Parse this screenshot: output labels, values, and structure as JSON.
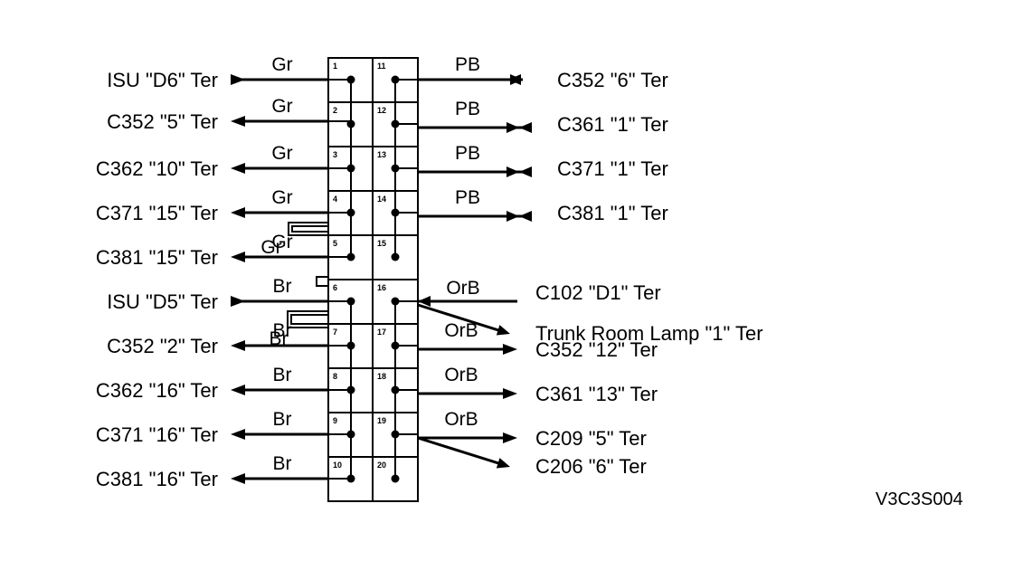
{
  "diagram": {
    "code": "V3C3S004",
    "left_rows": [
      {
        "pin": "1",
        "wire": "Gr",
        "label": "ISU \"D6\" Ter",
        "dir": "in"
      },
      {
        "pin": "2",
        "wire": "Gr",
        "label": "C352 \"5\" Ter",
        "dir": "out"
      },
      {
        "pin": "3",
        "wire": "Gr",
        "label": "C362 \"10\" Ter",
        "dir": "out"
      },
      {
        "pin": "4",
        "wire": "Gr",
        "label": "C371 \"15\" Ter",
        "dir": "out"
      },
      {
        "pin": "5",
        "wire": "Gr",
        "label": "C381 \"15\" Ter",
        "dir": "out"
      },
      {
        "pin": "6",
        "wire": "Br",
        "label": "ISU \"D5\" Ter",
        "dir": "in"
      },
      {
        "pin": "7",
        "wire": "Br",
        "label": "C352 \"2\" Ter",
        "dir": "out"
      },
      {
        "pin": "8",
        "wire": "Br",
        "label": "C362 \"16\" Ter",
        "dir": "out"
      },
      {
        "pin": "9",
        "wire": "Br",
        "label": "C371 \"16\" Ter",
        "dir": "out"
      },
      {
        "pin": "10",
        "wire": "Br",
        "label": "C381 \"16\" Ter",
        "dir": "out"
      }
    ],
    "right_pins": [
      "11",
      "12",
      "13",
      "14",
      "15",
      "16",
      "17",
      "18",
      "19",
      "20"
    ],
    "right_connections": [
      {
        "pin": "11",
        "wire": "PB",
        "label": "C352 \"6\" Ter",
        "style": "double"
      },
      {
        "pin": "12",
        "wire": "PB",
        "label": "C361 \"1\" Ter",
        "style": "bowtie"
      },
      {
        "pin": "13",
        "wire": "PB",
        "label": "C371 \"1\" Ter",
        "style": "bowtie"
      },
      {
        "pin": "14",
        "wire": "PB",
        "label": "C381 \"1\" Ter",
        "style": "bowtie"
      },
      {
        "pin": "16",
        "wire": "OrB",
        "label": "C102 \"D1\" Ter",
        "style": "in"
      },
      {
        "pin": "16",
        "wire": "",
        "label": "Trunk Room Lamp \"1\" Ter",
        "style": "out-diag"
      },
      {
        "pin": "17",
        "wire": "OrB",
        "label": "C352 \"12\" Ter",
        "style": "out"
      },
      {
        "pin": "18",
        "wire": "OrB",
        "label": "C361 \"13\" Ter",
        "style": "out"
      },
      {
        "pin": "19",
        "wire": "OrB",
        "label": "C209 \"5\" Ter",
        "style": "out"
      },
      {
        "pin": "19",
        "wire": "",
        "label": "C206 \"6\" Ter",
        "style": "out-diag"
      }
    ],
    "jumpers": [
      {
        "from_pin": "4",
        "to_pin": "5",
        "label": "Gr"
      },
      {
        "from_pin": "5",
        "to_pin": "6",
        "label": ""
      },
      {
        "from_pin": "6",
        "to_pin": "7",
        "label": "Br"
      }
    ]
  }
}
